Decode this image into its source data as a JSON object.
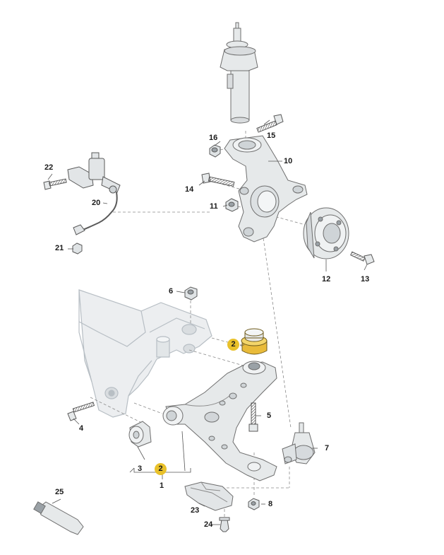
{
  "labels": {
    "l1": "1",
    "l2a": "2",
    "l2b": "2",
    "l3": "3",
    "l4": "4",
    "l5": "5",
    "l6": "6",
    "l7": "7",
    "l8": "8",
    "l10": "10",
    "l11": "11",
    "l12": "12",
    "l13": "13",
    "l14": "14",
    "l15": "15",
    "l16": "16",
    "l20": "20",
    "l21": "21",
    "l22": "22",
    "l23": "23",
    "l24": "24",
    "l25": "25"
  },
  "colors": {
    "highlight": "#e9c12a",
    "part_fill": "#e6e9ea",
    "part_stroke": "#6e6e6e",
    "subframe_fill": "#eceef0",
    "subframe_stroke": "#b7bec4",
    "bushing_highlight": "#e9bb3a"
  }
}
